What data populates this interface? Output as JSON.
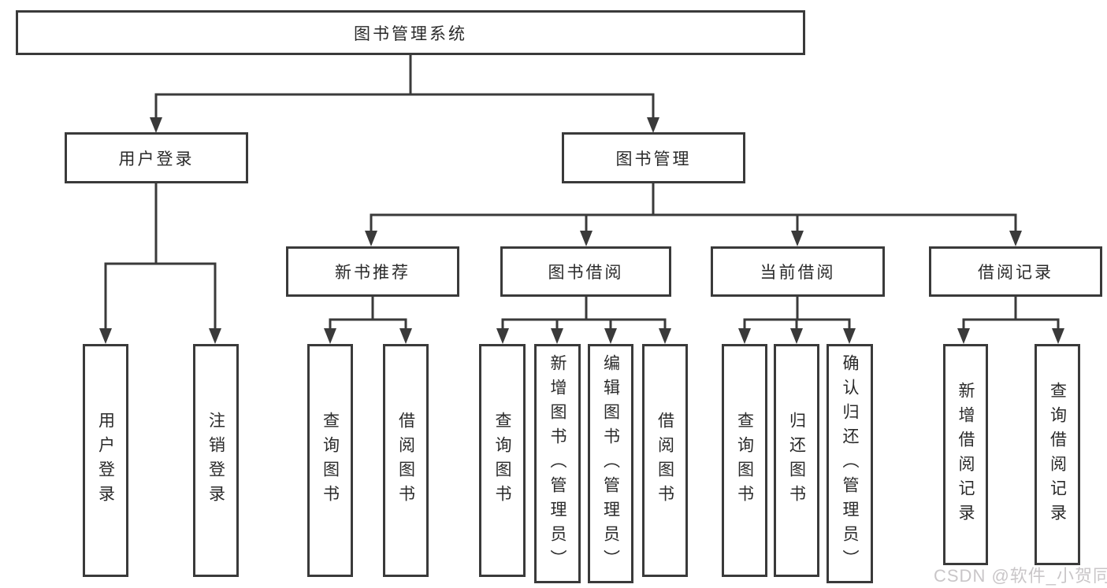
{
  "diagram": {
    "root": "图书管理系统",
    "level1": [
      {
        "label": "用户登录",
        "children": [
          "用户登录",
          "注销登录"
        ]
      },
      {
        "label": "图书管理",
        "groups": [
          {
            "label": "新书推荐",
            "children": [
              "查询图书",
              "借阅图书"
            ]
          },
          {
            "label": "图书借阅",
            "children": [
              "查询图书",
              "新增图书（管理员）",
              "编辑图书（管理员）",
              "借阅图书"
            ]
          },
          {
            "label": "当前借阅",
            "children": [
              "查询图书",
              "归还图书",
              "确认归还（管理员）"
            ]
          },
          {
            "label": "借阅记录",
            "children": [
              "新增借阅记录",
              "查询借阅记录"
            ]
          }
        ]
      }
    ]
  },
  "watermark": "CSDN @软件_小贺同学",
  "colors": {
    "line": "#3a3a3a",
    "text": "#2a2a2a",
    "watermark": "#c9c6c8",
    "background": "#ffffff"
  }
}
